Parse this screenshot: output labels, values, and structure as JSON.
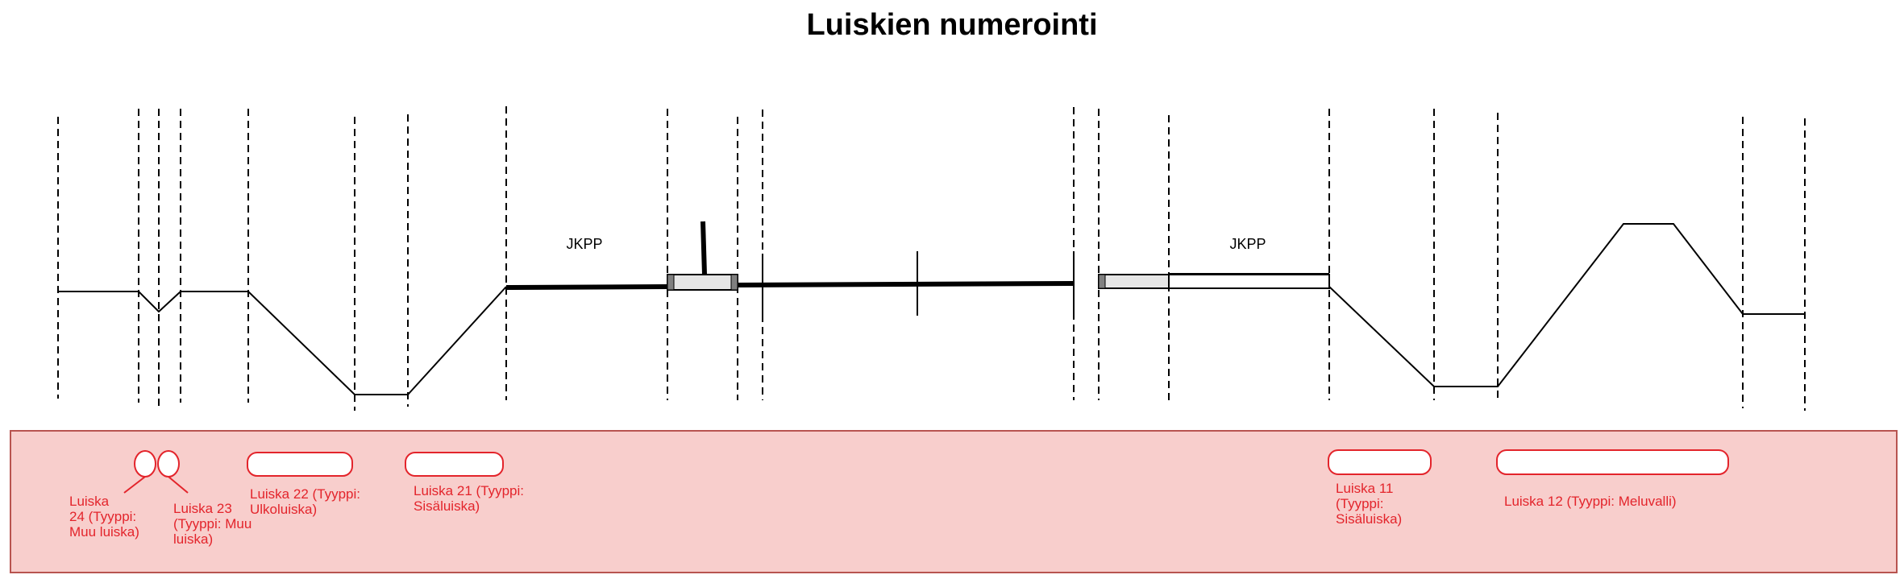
{
  "title": "Luiskien numerointi",
  "road_labels": {
    "left": "JKPP",
    "right": "JKPP"
  },
  "colors": {
    "panel_fill": "#f8cecc",
    "panel_stroke": "#b85450",
    "annotation_red": "#e3242b",
    "line": "#000000",
    "plate_fill": "#e6e6e6",
    "end_cap": "#808080"
  },
  "slopes": [
    {
      "label_lines": [
        "Luiska",
        "24 (Tyyppi:",
        "Muu luiska)"
      ]
    },
    {
      "label_lines": [
        "Luiska 23",
        "(Tyyppi: Muu",
        "luiska)"
      ]
    },
    {
      "label_lines": [
        "Luiska 22 (Tyyppi:",
        "Ulkoluiska)"
      ]
    },
    {
      "label_lines": [
        "Luiska 21 (Tyyppi:",
        "Sisäluiska)"
      ]
    },
    {
      "label_lines": [
        "Luiska 11",
        "(Tyyppi:",
        "Sisäluiska)"
      ]
    },
    {
      "label_lines": [
        "Luiska 12 (Tyyppi: Meluvalli)"
      ]
    }
  ]
}
